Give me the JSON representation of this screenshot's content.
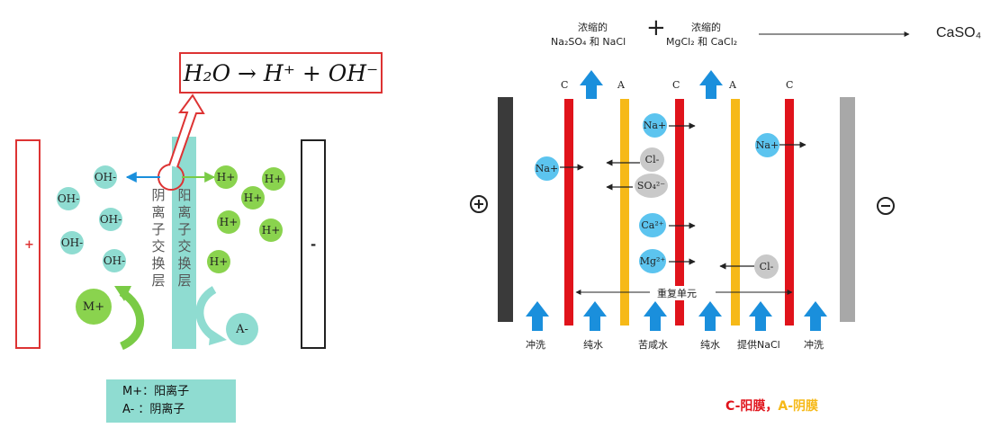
{
  "left_panel": {
    "equation": "H₂O → H⁺ + OH⁻",
    "anode_sign": "+",
    "cathode_sign": "-",
    "oh_ion_label": "OH-",
    "h_ion_label": "H+",
    "m_ion_label": "M+",
    "a_ion_label": "A-",
    "layer_left_text": "阴离子交换层",
    "layer_right_text": "阳离子交换层",
    "legend_line1": "M+：阳离子",
    "legend_line2": "A- ：阴离子"
  },
  "right_panel": {
    "top_product_1_line1": "浓缩的",
    "top_product_1_line2": "Na₂SO₄ 和 NaCl",
    "top_plus": "+",
    "top_product_2_line1": "浓缩的",
    "top_product_2_line2": "MgCl₂ 和 CaCl₂",
    "top_result": "CaSO₄",
    "membrane_labels": [
      "C",
      "A",
      "C",
      "A",
      "C"
    ],
    "positive_electrode": "+",
    "negative_electrode": "-",
    "ions": {
      "na1": "Na+",
      "na2": "Na+",
      "na3": "Na+",
      "cl1": "Cl-",
      "so4": "SO₄²⁻",
      "ca": "Ca²⁺",
      "mg": "Mg²⁺",
      "cl2": "Cl-"
    },
    "repeat_unit": "重复单元",
    "bottom_labels": [
      "冲洗",
      "纯水",
      "苦咸水",
      "纯水",
      "提供NaCl",
      "冲洗"
    ],
    "legend_c": "C-阳膜，",
    "legend_a": "A-阴膜"
  },
  "colors": {
    "cation_membrane": "#e0131b",
    "anion_membrane": "#f6b918",
    "teal_layer": "#8fdcd1",
    "oh_ion": "#8fdcd1",
    "h_ion": "#8ad34e",
    "arrow_blue": "#1a8fdc",
    "ion_blue": "#5cc4ef",
    "ion_gray": "#c9c9c9",
    "equation_border": "#d33333"
  }
}
